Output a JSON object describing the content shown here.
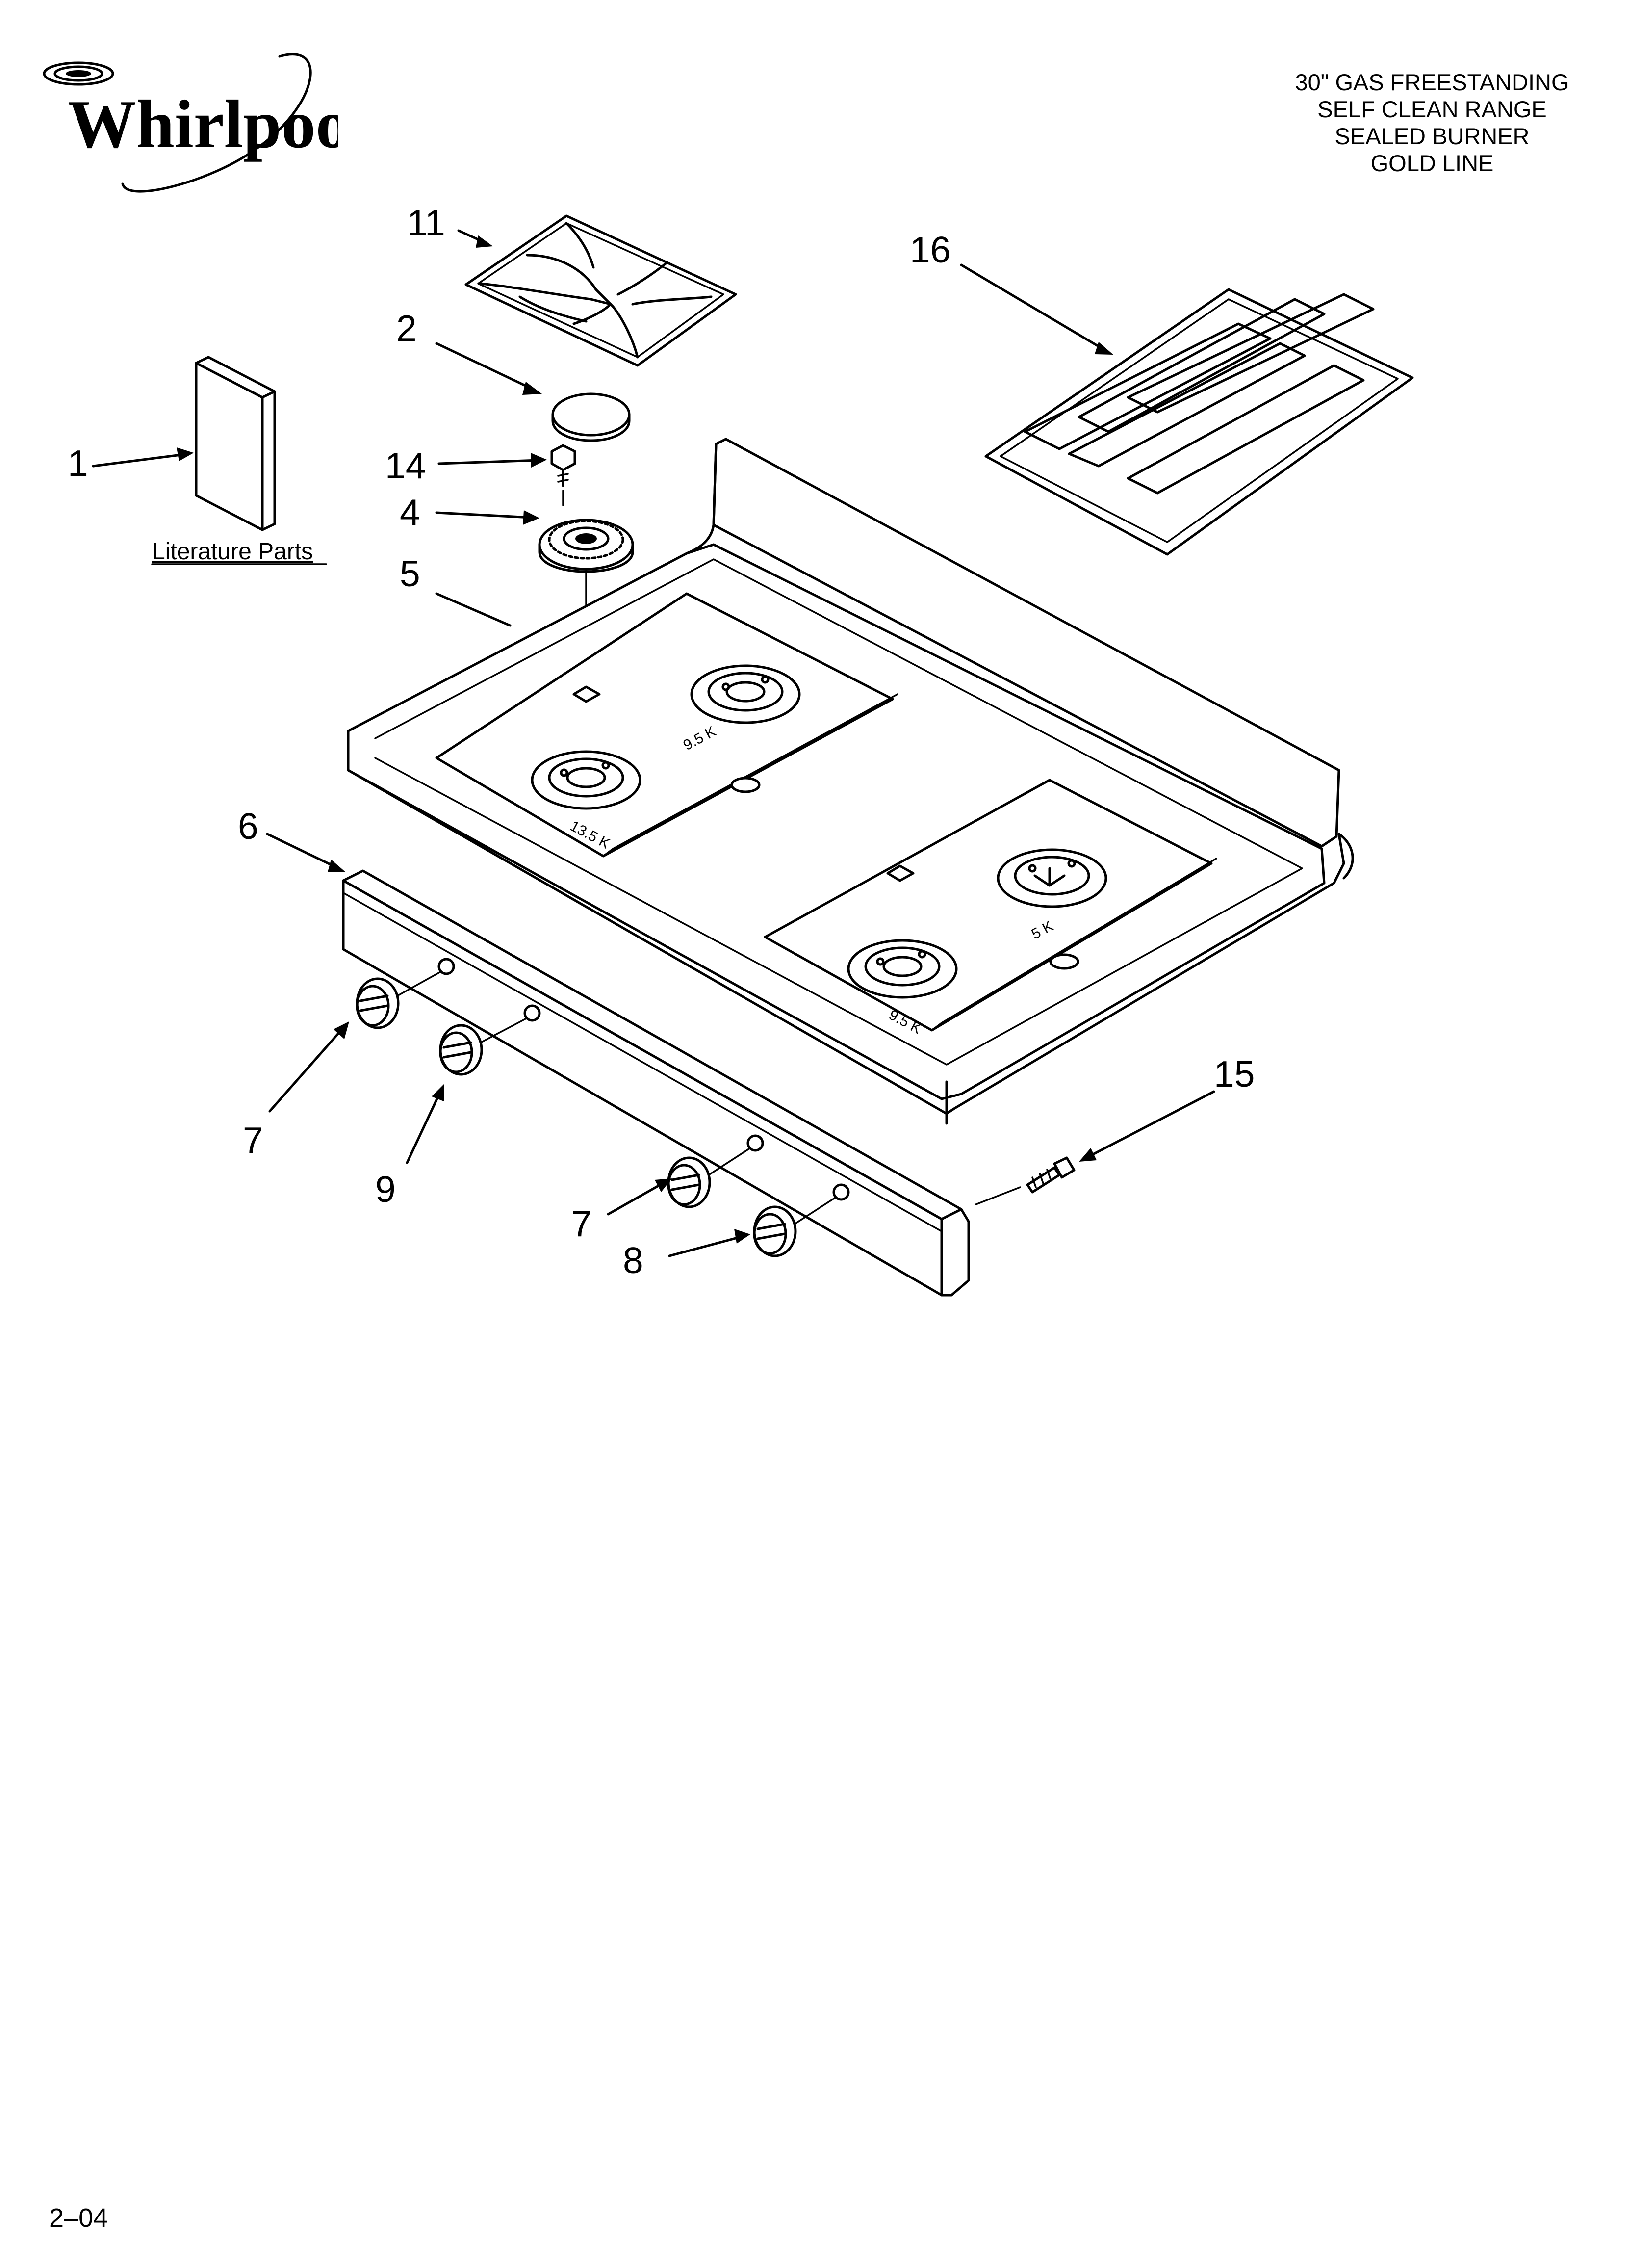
{
  "brand": {
    "name": "Whirlpool"
  },
  "title_block": {
    "lines": [
      "30\" GAS FREESTANDING",
      "SELF CLEAN RANGE",
      "SEALED BURNER",
      "GOLD LINE"
    ]
  },
  "page_code": "2–04",
  "literature_label": "Literature Parts",
  "callouts": {
    "c1": "1",
    "c2": "2",
    "c4": "4",
    "c5": "5",
    "c6": "6",
    "c7a": "7",
    "c7b": "7",
    "c8": "8",
    "c9": "9",
    "c11": "11",
    "c14": "14",
    "c15": "15",
    "c16": "16"
  },
  "burner_ratings": {
    "left_rear": "9.5 K",
    "left_front": "13.5 K",
    "right_rear": "5 K",
    "right_front": "9.5 K"
  }
}
